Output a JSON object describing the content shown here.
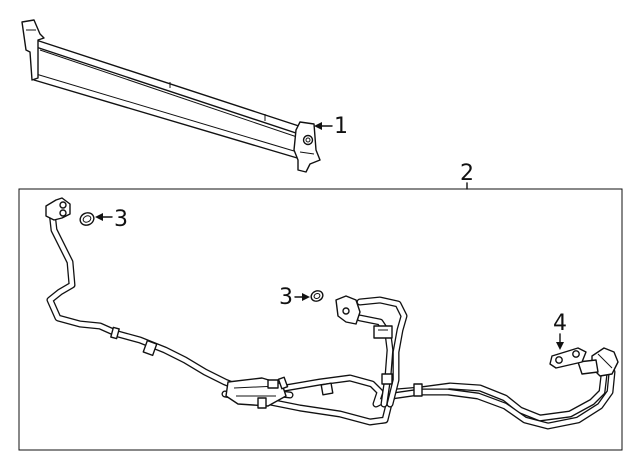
{
  "diagram": {
    "callouts": [
      {
        "id": "1",
        "label": "1"
      },
      {
        "id": "2",
        "label": "2"
      },
      {
        "id": "3a",
        "label": "3"
      },
      {
        "id": "3b",
        "label": "3"
      },
      {
        "id": "4",
        "label": "4"
      }
    ],
    "colors": {
      "line": "#111111",
      "background": "#ffffff"
    }
  }
}
